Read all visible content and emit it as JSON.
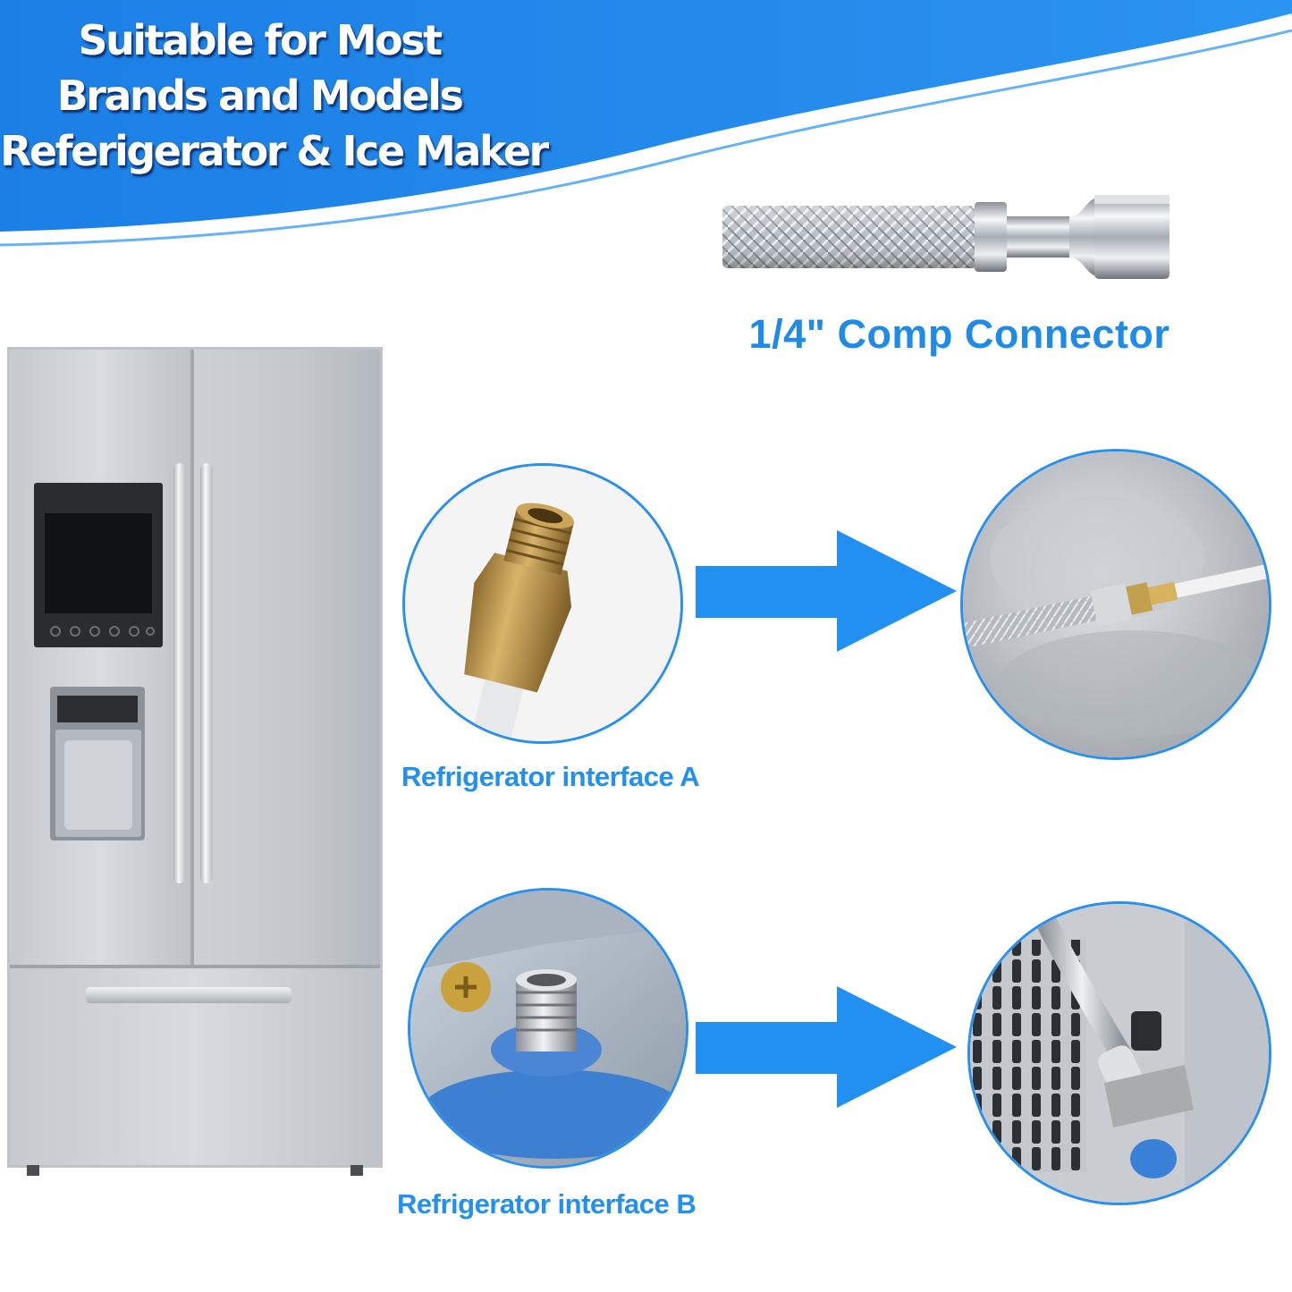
{
  "headline": {
    "line1": "Suitable for Most",
    "line2": "Brands and Models",
    "line3": "Referigerator & Ice Maker"
  },
  "connector": {
    "label": "1/4\" Comp Connector"
  },
  "interfaces": [
    {
      "label": "Refrigerator interface A"
    },
    {
      "label": "Refrigerator interface B"
    }
  ],
  "colors": {
    "banner_blue": "#1f87ea",
    "accent_blue": "#2290f0",
    "headline_text": "#ffffff"
  }
}
